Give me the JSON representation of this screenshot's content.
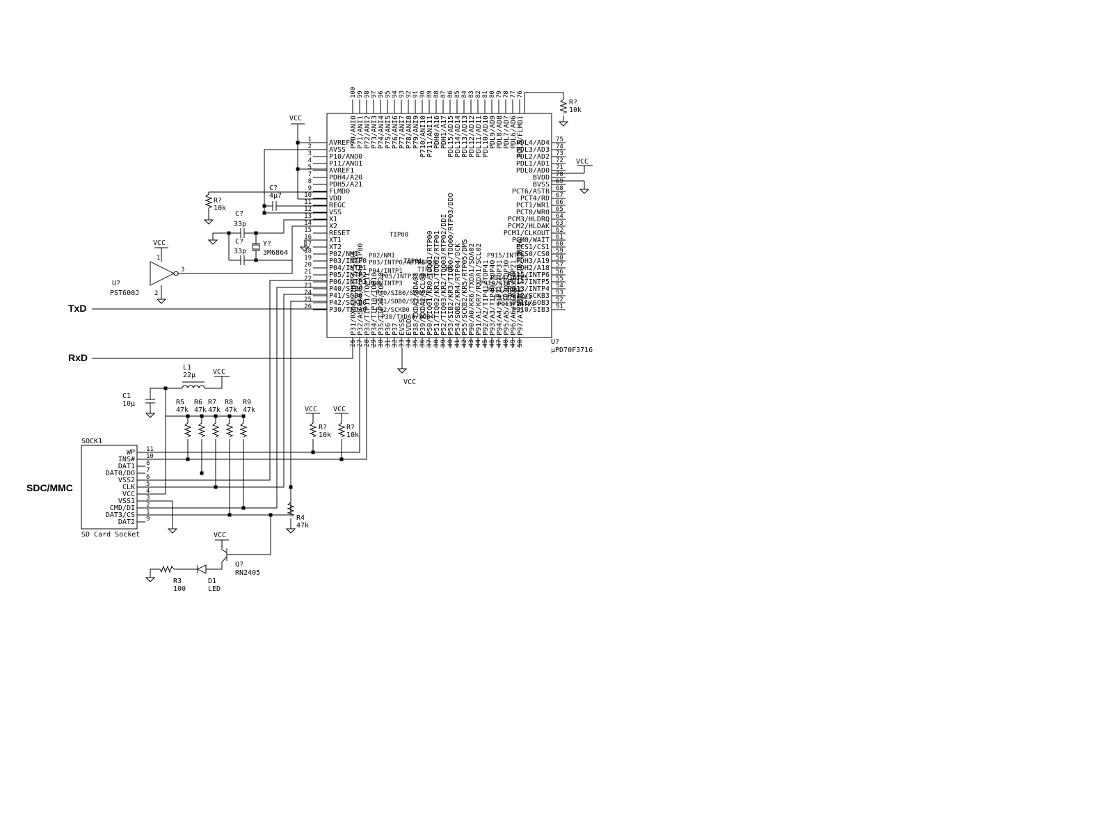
{
  "mcu": {
    "ref": "U?",
    "part": "µPD70F3716",
    "left_pins": [
      {
        "num": "1",
        "name": "AVREF0"
      },
      {
        "num": "2",
        "name": "AVSS"
      },
      {
        "num": "3",
        "name": "P10/ANO0"
      },
      {
        "num": "4",
        "name": "P11/ANO1"
      },
      {
        "num": "5",
        "name": "AVREF1"
      },
      {
        "num": "7",
        "name": "PDH4/A20"
      },
      {
        "num": "8",
        "name": "PDH5/A21"
      },
      {
        "num": "9",
        "name": "FLMD0"
      },
      {
        "num": "10",
        "name": "VDD"
      },
      {
        "num": "11",
        "name": "REGC"
      },
      {
        "num": "12",
        "name": "VSS"
      },
      {
        "num": "13",
        "name": "X1"
      },
      {
        "num": "14",
        "name": "X2"
      },
      {
        "num": "15",
        "name": "RESET"
      },
      {
        "num": "16",
        "name": "XT1"
      },
      {
        "num": "17",
        "name": "XT2"
      },
      {
        "num": "18",
        "name": "P02/NMI"
      },
      {
        "num": "19",
        "name": "P03/INTP0"
      },
      {
        "num": "20",
        "name": "P04/INTP1"
      },
      {
        "num": "21",
        "name": "P05/INTP2"
      },
      {
        "num": "22",
        "name": "P06/INTP3"
      },
      {
        "num": "23",
        "name": "P40/SIB0"
      },
      {
        "num": "24",
        "name": "P41/SOB0"
      },
      {
        "num": "25",
        "name": "P42/SCKB0"
      },
      {
        "num": "26",
        "name": "P30/TXDA0"
      }
    ],
    "top_pins": [
      {
        "num": "100",
        "name": "P70/ANI0"
      },
      {
        "num": "99",
        "name": "P71/ANI1"
      },
      {
        "num": "98",
        "name": "P72/ANI2"
      },
      {
        "num": "97",
        "name": "P73/ANI3"
      },
      {
        "num": "96",
        "name": "P74/ANI4"
      },
      {
        "num": "95",
        "name": "P75/ANI5"
      },
      {
        "num": "94",
        "name": "P76/ANI6"
      },
      {
        "num": "93",
        "name": "P77/ANI7"
      },
      {
        "num": "92",
        "name": "P78/ANI8"
      },
      {
        "num": "91",
        "name": "P79/ANI9"
      },
      {
        "num": "90",
        "name": "P710/ANI10"
      },
      {
        "num": "89",
        "name": "P711/ANI11"
      },
      {
        "num": "88",
        "name": "PDH0/A16"
      },
      {
        "num": "87",
        "name": "PDH1/A17"
      },
      {
        "num": "86",
        "name": "PDL15/AD15"
      },
      {
        "num": "85",
        "name": "PDL14/AD14"
      },
      {
        "num": "84",
        "name": "PDL13/AD13"
      },
      {
        "num": "83",
        "name": "PDL12/AD12"
      },
      {
        "num": "82",
        "name": "PDL11/AD11"
      },
      {
        "num": "81",
        "name": "PDL10/AD10"
      },
      {
        "num": "80",
        "name": "PDL9/AD9"
      },
      {
        "num": "79",
        "name": "PDL8/AD8"
      },
      {
        "num": "78",
        "name": "PDL7/AD7"
      },
      {
        "num": "77",
        "name": "PDL6/AD6"
      },
      {
        "num": "76",
        "name": "PDL5/FLMD1"
      }
    ],
    "right_pins": [
      {
        "num": "75",
        "name": "PDL4/AD4"
      },
      {
        "num": "74",
        "name": "PDL3/AD3"
      },
      {
        "num": "73",
        "name": "PDL2/AD2"
      },
      {
        "num": "72",
        "name": "PDL1/AD1"
      },
      {
        "num": "71",
        "name": "PDL0/AD0"
      },
      {
        "num": "70",
        "name": "BVDD"
      },
      {
        "num": "69",
        "name": "BVSS"
      },
      {
        "num": "68",
        "name": "PCT6/ASTB"
      },
      {
        "num": "67",
        "name": "PCT4/RD"
      },
      {
        "num": "66",
        "name": "PCT1/WR1"
      },
      {
        "num": "65",
        "name": "PCT0/WR0"
      },
      {
        "num": "64",
        "name": "PCM3/HLDRQ"
      },
      {
        "num": "63",
        "name": "PCM2/HLDAK"
      },
      {
        "num": "62",
        "name": "PCM1/CLKOUT"
      },
      {
        "num": "61",
        "name": "PCM0/WAIT"
      },
      {
        "num": "60",
        "name": "PCS1/CS1"
      },
      {
        "num": "59",
        "name": "PCS0/CS0"
      },
      {
        "num": "58",
        "name": "PDH3/A19"
      },
      {
        "num": "57",
        "name": "PDH2/A18"
      },
      {
        "num": "56",
        "name": "P915/INTP6"
      },
      {
        "num": "55",
        "name": "P914/INTP5"
      },
      {
        "num": "54",
        "name": "P913/INTP4"
      },
      {
        "num": "53",
        "name": "P912/SCKB3"
      },
      {
        "num": "52",
        "name": "P911/SOB3"
      },
      {
        "num": "51",
        "name": "P910/SIB3"
      }
    ],
    "bottom_pins": [
      {
        "num": "26",
        "name": "P31/RXDA0/INTP7/SIB4"
      },
      {
        "num": "27",
        "name": "P32/ASCKA0/SCKB4/TIP00"
      },
      {
        "num": "28",
        "name": "P33/TIP11/TOP11"
      },
      {
        "num": "29",
        "name": "P34/TIP10/TOP10"
      },
      {
        "num": "30",
        "name": "P35/TIP20/TOP20"
      },
      {
        "num": "31",
        "name": "P36"
      },
      {
        "num": "32",
        "name": "P37"
      },
      {
        "num": "33",
        "name": "EVSS"
      },
      {
        "num": "34",
        "name": "EVDD"
      },
      {
        "num": "35",
        "name": "P38/TXDA2/SDA00"
      },
      {
        "num": "36",
        "name": "P39/RXDA2/SCL00"
      },
      {
        "num": "37",
        "name": "P50/TIQ01/KR0/TOQ01/RTP00"
      },
      {
        "num": "38",
        "name": "P51/TIQ02/KR1/TOQ02/RTP01"
      },
      {
        "num": "39",
        "name": "P52/TIQ03/KR2/TOQ03/RTP02/DDI"
      },
      {
        "num": "40",
        "name": "P53/SIB2/KR3/TIQ00/TOQ00/RTP03/DDO"
      },
      {
        "num": "41",
        "name": "P54/SOB2/KR4/RTP04/DCK"
      },
      {
        "num": "42",
        "name": "P55/SCKB2/KR5/RTP05/DMS"
      },
      {
        "num": "43",
        "name": "P90/A0/KR6/TXDA1/SDA02"
      },
      {
        "num": "44",
        "name": "P91/A1/KR7/RXDA1/SCL02"
      },
      {
        "num": "45",
        "name": "P92/A2/TIP41/TOP41"
      },
      {
        "num": "46",
        "name": "P93/A3/TIP40/TOP40"
      },
      {
        "num": "47",
        "name": "P94/A4/TIP31/TOP31"
      },
      {
        "num": "48",
        "name": "P95/A5/TIP30/TOP30"
      },
      {
        "num": "49",
        "name": "P96/A6/TIP21/TOP21"
      },
      {
        "num": "50",
        "name": "P97/A7/SIB1/TIP20/TOP20"
      }
    ],
    "inner_fragments": [
      "P02/NMI",
      "P03/INTP0/ADTRG",
      "P04/INTP1",
      "P05/INTP2/DRST",
      "P06/INTP3",
      "P40/SIB0/SDA01",
      "P41/SOB0/SCL01",
      "P42/SCKB0",
      "P30/TXDA0/SOB4",
      "TIP00",
      "TIP01",
      "TIP10",
      "TIP11",
      "P9",
      "P910/SIB3",
      "P911/SOB3",
      "P912/SCKB3",
      "P913/INTP4",
      "P914/INTP5",
      "P915/INTP6"
    ]
  },
  "labels": {
    "txd": "TxD",
    "rxd": "RxD",
    "sdc_mmc": "SDC/MMC",
    "vcc": "VCC"
  },
  "components": {
    "r_top": {
      "ref": "R?",
      "value": "10k"
    },
    "r_left": {
      "ref": "R?",
      "value": "10k"
    },
    "c_regc": {
      "ref": "C?",
      "value": "4µ7"
    },
    "c_x1": {
      "ref": "C?",
      "value": "33p"
    },
    "c_x2": {
      "ref": "C?",
      "value": "33p"
    },
    "crystal": {
      "ref": "Y?",
      "value": "3M6864"
    },
    "reset_ic": {
      "ref": "U?",
      "value": "PST600J",
      "pin1": "1",
      "pin2": "2",
      "pin3": "3"
    },
    "l1": {
      "ref": "L1",
      "value": "22µ"
    },
    "c1": {
      "ref": "C1",
      "value": "10µ"
    },
    "r5": {
      "ref": "R5",
      "value": "47k"
    },
    "r6": {
      "ref": "R6",
      "value": "47k"
    },
    "r7": {
      "ref": "R7",
      "value": "47k"
    },
    "r8": {
      "ref": "R8",
      "value": "47k"
    },
    "r9": {
      "ref": "R9",
      "value": "47k"
    },
    "r_ins": {
      "ref": "R?",
      "value": "10k"
    },
    "r_wp": {
      "ref": "R?",
      "value": "10k"
    },
    "r4": {
      "ref": "R4",
      "value": "47k"
    },
    "r3": {
      "ref": "R3",
      "value": "100"
    },
    "d1": {
      "ref": "D1",
      "value": "LED"
    },
    "q1": {
      "ref": "Q?",
      "value": "RN2405"
    }
  },
  "socket": {
    "ref": "SOCK1",
    "name": "SD Card Socket",
    "pins": [
      {
        "num": "11",
        "name": "WP"
      },
      {
        "num": "10",
        "name": "INS#"
      },
      {
        "num": "8",
        "name": "DAT1"
      },
      {
        "num": "7",
        "name": "DAT0/DO"
      },
      {
        "num": "6",
        "name": "VSS2"
      },
      {
        "num": "5",
        "name": "CLK"
      },
      {
        "num": "4",
        "name": "VCC"
      },
      {
        "num": "3",
        "name": "VSS1"
      },
      {
        "num": "2",
        "name": "CMD/DI"
      },
      {
        "num": "1",
        "name": "DAT3/CS"
      },
      {
        "num": "9",
        "name": "DAT2"
      }
    ]
  }
}
